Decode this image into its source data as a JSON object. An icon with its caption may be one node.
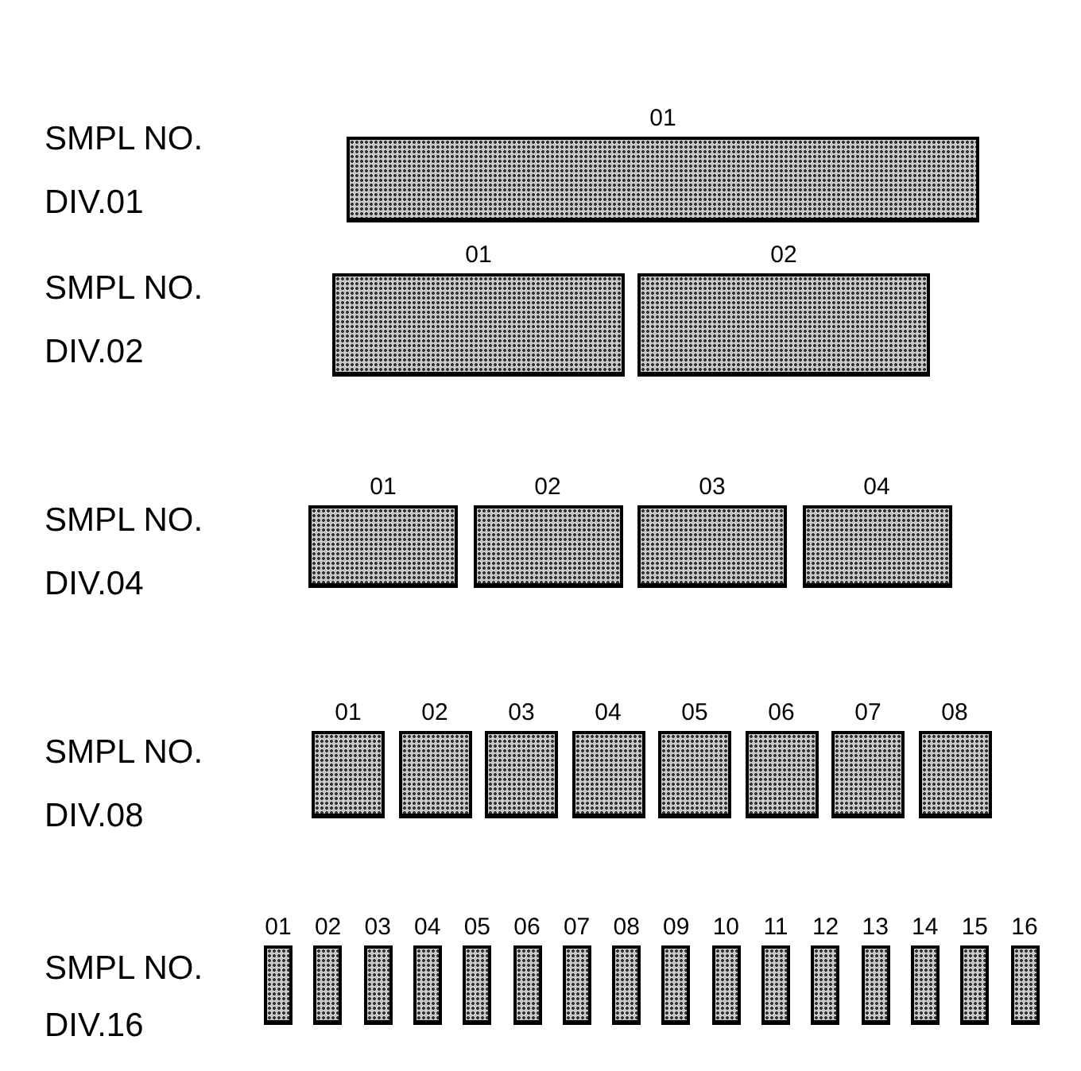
{
  "diagram": {
    "nodes": [
      {
        "text": [
          "01"
        ]
      },
      {
        "text": [
          "01"
        ]
      },
      {
        "text": [
          "02"
        ]
      },
      {
        "text": [
          "01"
        ]
      },
      {
        "text": [
          "02"
        ]
      },
      {
        "text": [
          "03"
        ]
      },
      {
        "text": [
          "04"
        ]
      },
      {
        "text": [
          "01"
        ]
      },
      {
        "text": [
          "02"
        ]
      },
      {
        "text": [
          "03"
        ]
      },
      {
        "text": [
          "04"
        ]
      },
      {
        "text": [
          "05"
        ]
      },
      {
        "text": [
          "06"
        ]
      },
      {
        "text": [
          "07"
        ]
      },
      {
        "text": [
          "08"
        ]
      },
      {
        "text": [
          "01"
        ]
      },
      {
        "text": [
          "02"
        ]
      },
      {
        "text": [
          "03"
        ]
      },
      {
        "text": [
          "04"
        ]
      },
      {
        "text": [
          "05"
        ]
      },
      {
        "text": [
          "06"
        ]
      },
      {
        "text": [
          "07"
        ]
      },
      {
        "text": [
          "08"
        ]
      },
      {
        "text": [
          "09"
        ]
      },
      {
        "text": [
          "10"
        ]
      },
      {
        "text": [
          "11"
        ]
      },
      {
        "text": [
          "12"
        ]
      },
      {
        "text": [
          "13"
        ]
      },
      {
        "text": [
          "14"
        ]
      },
      {
        "text": [
          "15"
        ]
      },
      {
        "text": [
          "16"
        ]
      }
    ],
    "labels": [
      "SMPL NO.",
      "DIV.01",
      "SMPL NO.",
      "DIV.02",
      "SMPL NO.",
      "DIV.04",
      "SMPL NO.",
      "DIV.08",
      "SMPL NO.",
      "DIV.16"
    ]
  }
}
